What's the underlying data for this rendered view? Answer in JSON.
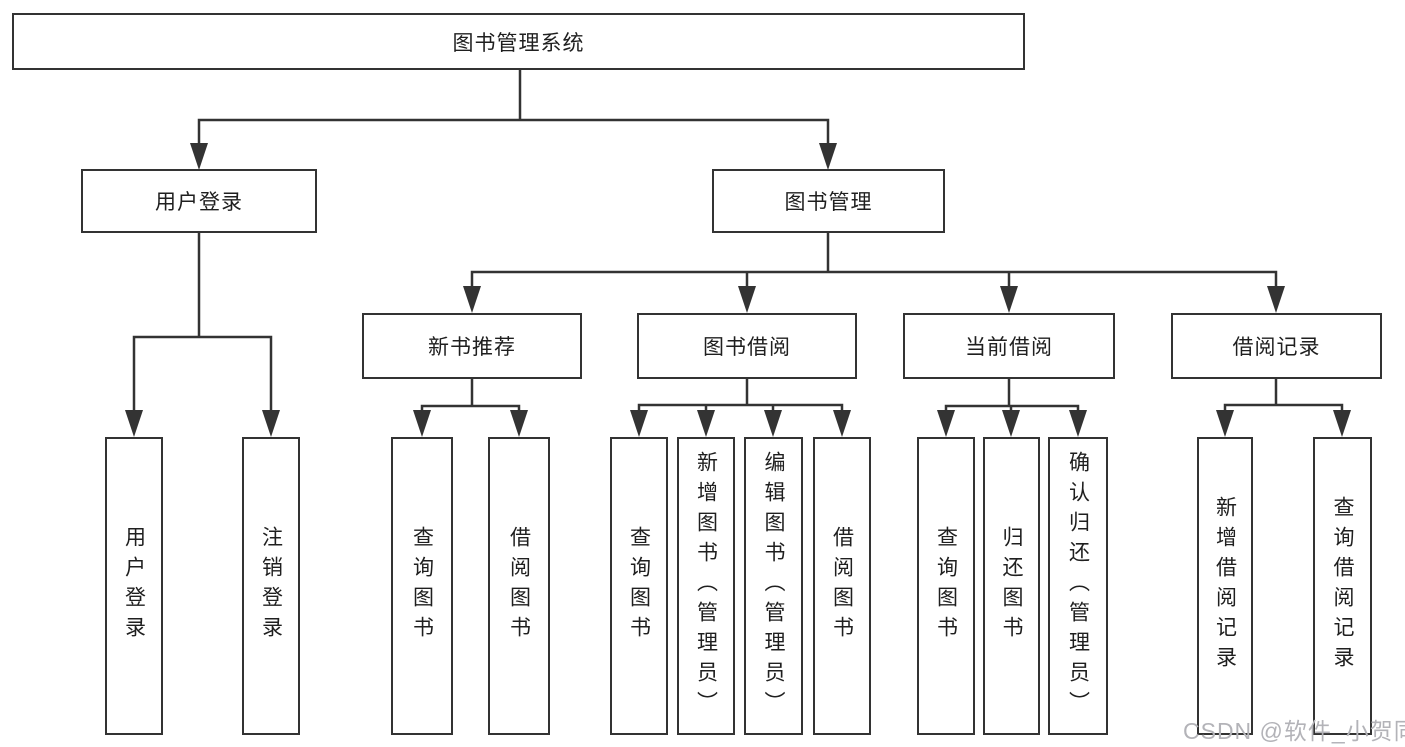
{
  "colors": {
    "line": "#333333",
    "text": "#1f1f1f",
    "background": "#ffffff",
    "watermark": "#b3b3b8"
  },
  "tree": {
    "label": "图书管理系统",
    "children": [
      {
        "label": "用户登录",
        "children": [
          {
            "label": "用户登录"
          },
          {
            "label": "注销登录"
          }
        ]
      },
      {
        "label": "图书管理",
        "children": [
          {
            "label": "新书推荐",
            "children": [
              {
                "label": "查询图书"
              },
              {
                "label": "借阅图书"
              }
            ]
          },
          {
            "label": "图书借阅",
            "children": [
              {
                "label": "查询图书"
              },
              {
                "label": "新增图书（管理员）"
              },
              {
                "label": "编辑图书（管理员）"
              },
              {
                "label": "借阅图书"
              }
            ]
          },
          {
            "label": "当前借阅",
            "children": [
              {
                "label": "查询图书"
              },
              {
                "label": "归还图书"
              },
              {
                "label": "确认归还（管理员）"
              }
            ]
          },
          {
            "label": "借阅记录",
            "children": [
              {
                "label": "新增借阅记录"
              },
              {
                "label": "查询借阅记录"
              }
            ]
          }
        ]
      }
    ]
  },
  "watermark": {
    "text": "CSDN @软件_小贺同学"
  }
}
